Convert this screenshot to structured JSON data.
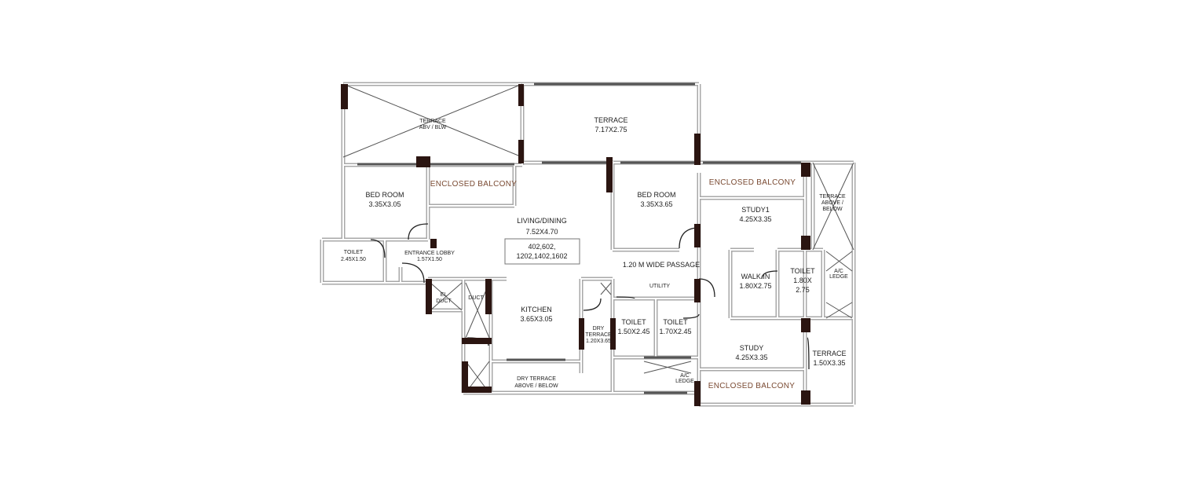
{
  "plan": {
    "rooms": {
      "terrace_above_below_left": [
        "TERRACE",
        "ABV / BLW"
      ],
      "terrace_top": [
        "TERRACE",
        "7.17X2.75"
      ],
      "bed_room_1": [
        "BED ROOM",
        "3.35X3.05"
      ],
      "enclosed_balcony_1": "ENCLOSED BALCONY",
      "living_dining": [
        "LIVING/DINING",
        "7.52X4.70"
      ],
      "unit_numbers": [
        "402,602,",
        "1202,1402,1602"
      ],
      "bed_room_2": [
        "BED ROOM",
        "3.35X3.65"
      ],
      "enclosed_balcony_2": "ENCLOSED BALCONY",
      "study1": [
        "STUDY1",
        "4.25X3.35"
      ],
      "terrace_above_below_right": [
        "TERRACE",
        "ABOVE /",
        "BELOW"
      ],
      "toilet_left": [
        "TOILET",
        "2.45X1.50"
      ],
      "entrance_lobby": [
        "ENTRANCE LOBBY",
        "1.57X1.50"
      ],
      "passage": "1.20 M WIDE PASSAGE",
      "walk_in": [
        "WALK IN",
        "1.80X2.75"
      ],
      "toilet_right": [
        "TOILET",
        "1.80X",
        "2.75"
      ],
      "ac_ledge_right": [
        "A/C",
        "LEDGE"
      ],
      "el_duct": [
        "EL",
        "DUCT"
      ],
      "duct": "DUCT",
      "kitchen": [
        "KITCHEN",
        "3.65X3.05"
      ],
      "utility": "UTILITY",
      "dry_terrace_small": [
        "DRY",
        "TERRACE",
        "1.20X3.65"
      ],
      "toilet_a": [
        "TOILET",
        "1.50X2.45"
      ],
      "toilet_b": [
        "TOILET",
        "1.70X2.45"
      ],
      "study": [
        "STUDY",
        "4.25X3.35"
      ],
      "terrace_right": [
        "TERRACE",
        "1.50X3.35"
      ],
      "dry_terrace_bottom": [
        "DRY TERRACE",
        "ABOVE / BELOW"
      ],
      "ac_ledge_bottom": [
        "A/C",
        "LEDGE"
      ],
      "enclosed_balcony_3": "ENCLOSED BALCONY"
    },
    "colors": {
      "wall": "#a8a8a8",
      "column": "#2b1511",
      "balcony_text": "#7a4a32"
    }
  }
}
